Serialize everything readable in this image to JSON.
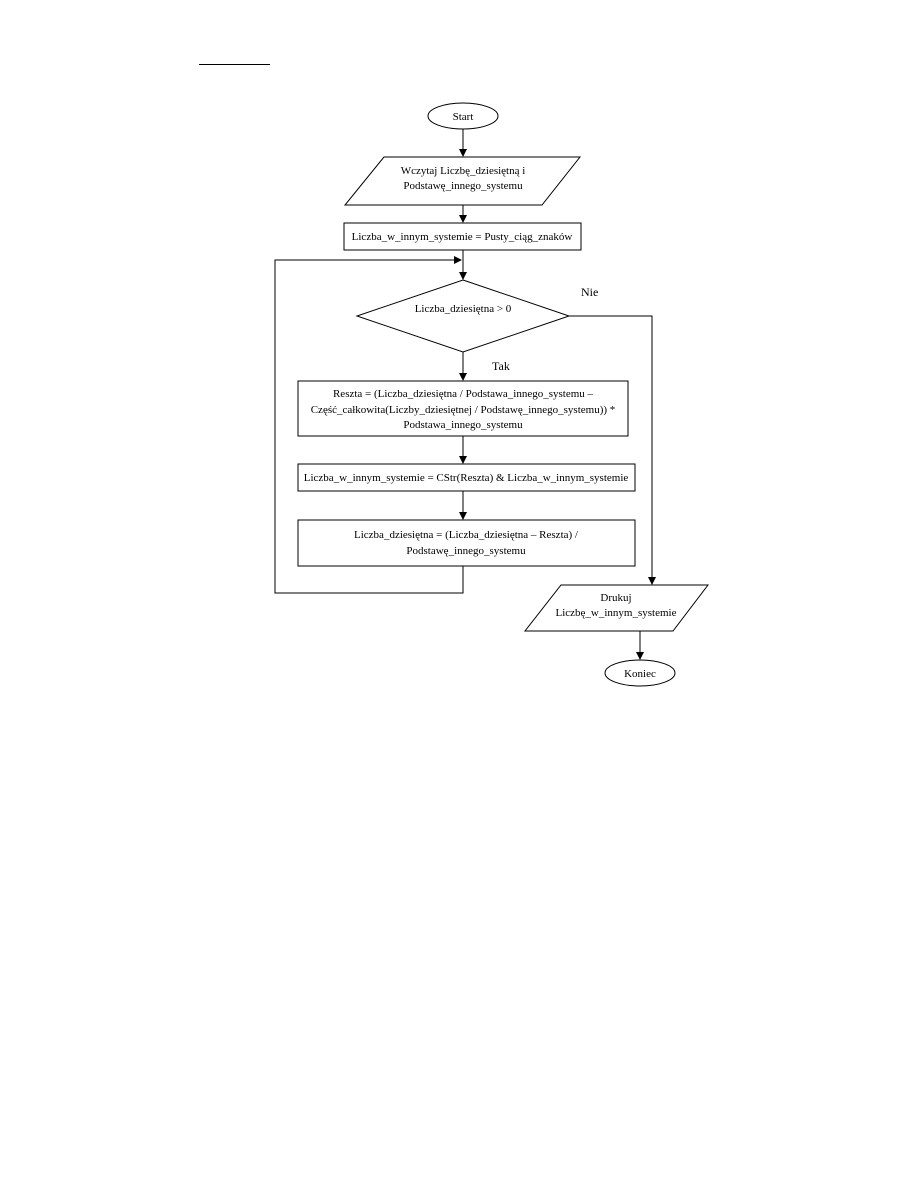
{
  "flowchart": {
    "start": "Start",
    "input": [
      "Wczytaj Liczbę_dziesiętną i",
      "Podstawę_innego_systemu"
    ],
    "init": "Liczba_w_innym_systemie = Pusty_ciąg_znaków",
    "condition": "Liczba_dziesiętna > 0",
    "label_no": "Nie",
    "label_yes": "Tak",
    "step_remainder": [
      "Reszta = (Liczba_dziesiętna / Podstawa_innego_systemu –",
      "Część_całkowita(Liczby_dziesiętnej / Podstawę_innego_systemu)) *",
      "Podstawa_innego_systemu"
    ],
    "step_concat": "Liczba_w_innym_systemie = CStr(Reszta) & Liczba_w_innym_systemie",
    "step_divide": [
      "Liczba_dziesiętna = (Liczba_dziesiętna – Reszta)  /",
      "Podstawę_innego_systemu"
    ],
    "output": [
      "Drukuj",
      "Liczbę_w_innym_systemie"
    ],
    "end": "Koniec"
  }
}
